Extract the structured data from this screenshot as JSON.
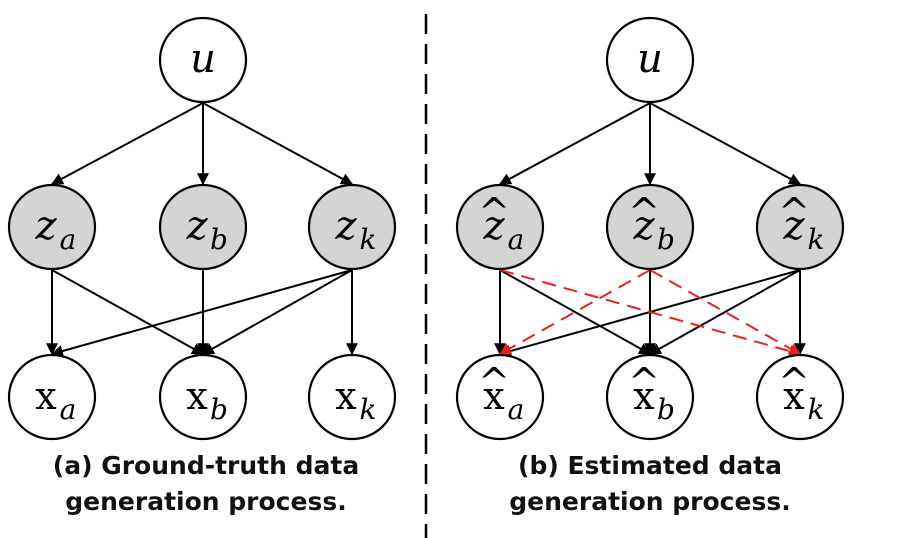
{
  "colors": {
    "latent_fill": "#d4d4d4",
    "observed_fill": "#ffffff",
    "edge": "#000000",
    "spurious_edge": "#e8201f"
  },
  "panels": [
    {
      "id": "a",
      "caption_line1": "(a) Ground-truth data",
      "caption_line2": "generation process.",
      "root": {
        "main": "u",
        "sub": ""
      },
      "latents": [
        {
          "main": "z",
          "sub": "a",
          "hat": false
        },
        {
          "main": "z",
          "sub": "b",
          "hat": false
        },
        {
          "main": "z",
          "sub": "k",
          "hat": false
        }
      ],
      "observed": [
        {
          "main": "x",
          "sub": "a",
          "hat": false
        },
        {
          "main": "x",
          "sub": "b",
          "hat": false
        },
        {
          "main": "x",
          "sub": "k",
          "hat": false
        }
      ],
      "edges": [
        [
          "u",
          "z_a"
        ],
        [
          "u",
          "z_b"
        ],
        [
          "u",
          "z_k"
        ],
        [
          "z_a",
          "x_a"
        ],
        [
          "z_a",
          "x_b"
        ],
        [
          "z_b",
          "x_b"
        ],
        [
          "z_k",
          "x_a"
        ],
        [
          "z_k",
          "x_b"
        ],
        [
          "z_k",
          "x_k"
        ]
      ],
      "spurious_edges": []
    },
    {
      "id": "b",
      "caption_line1": "(b) Estimated data",
      "caption_line2": "generation process.",
      "root": {
        "main": "u",
        "sub": ""
      },
      "latents": [
        {
          "main": "z",
          "sub": "a",
          "hat": true
        },
        {
          "main": "z",
          "sub": "b",
          "hat": true
        },
        {
          "main": "z",
          "sub": "k",
          "hat": true
        }
      ],
      "observed": [
        {
          "main": "x",
          "sub": "a",
          "hat": true
        },
        {
          "main": "x",
          "sub": "b",
          "hat": true
        },
        {
          "main": "x",
          "sub": "k",
          "hat": true
        }
      ],
      "edges": [
        [
          "u",
          "z_a"
        ],
        [
          "u",
          "z_b"
        ],
        [
          "u",
          "z_k"
        ],
        [
          "z_a",
          "x_a"
        ],
        [
          "z_a",
          "x_b"
        ],
        [
          "z_b",
          "x_b"
        ],
        [
          "z_k",
          "x_a"
        ],
        [
          "z_k",
          "x_b"
        ],
        [
          "z_k",
          "x_k"
        ]
      ],
      "spurious_edges": [
        [
          "z_a",
          "x_k"
        ],
        [
          "z_b",
          "x_a"
        ],
        [
          "z_b",
          "x_k"
        ]
      ]
    }
  ]
}
